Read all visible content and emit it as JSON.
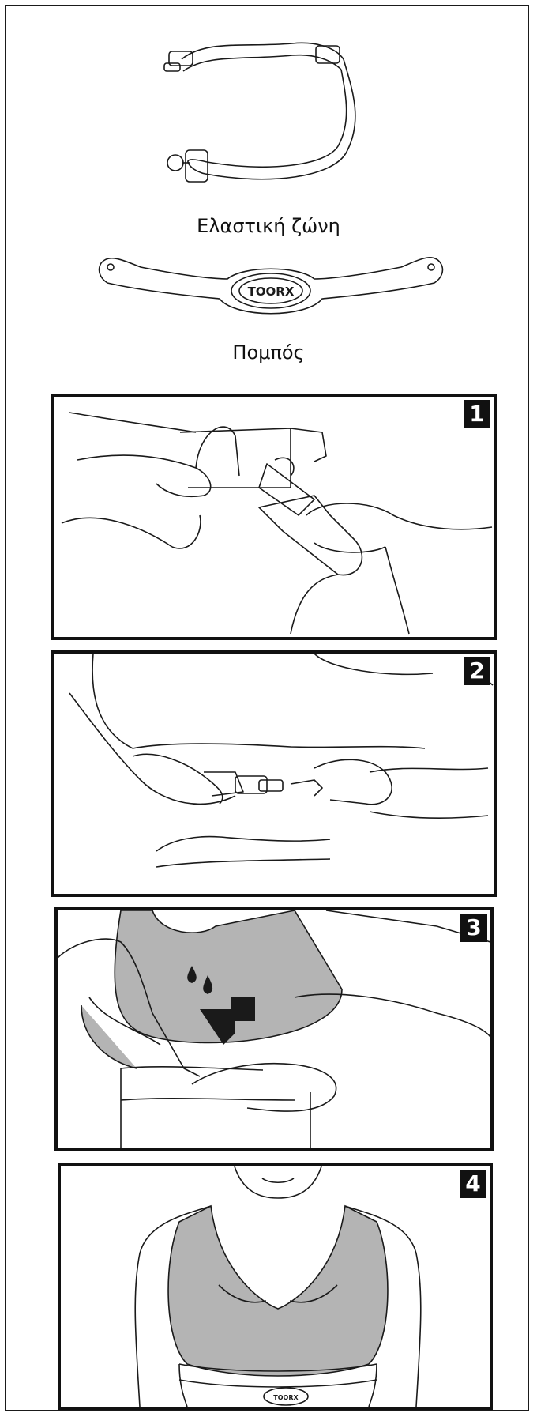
{
  "components": {
    "strap_label": "Ελαστική ζώνη",
    "transmitter_label": "Πομπός",
    "brand_logo": "TOORX"
  },
  "steps": [
    {
      "number": "1"
    },
    {
      "number": "2"
    },
    {
      "number": "3"
    },
    {
      "number": "4"
    }
  ],
  "colors": {
    "line": "#1a1a1a",
    "fabric_gray": "#b4b4b4",
    "badge_bg": "#111111"
  }
}
